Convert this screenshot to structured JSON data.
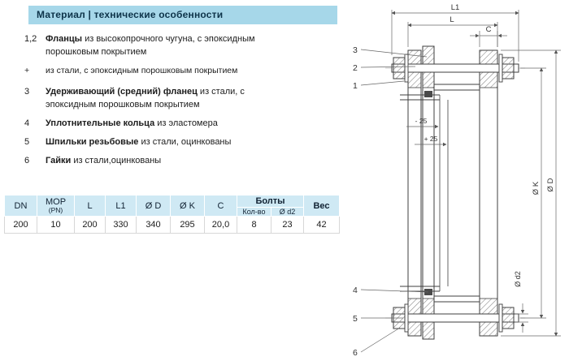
{
  "header": {
    "title": "Материал | технические особенности"
  },
  "features": [
    {
      "num": "1,2",
      "bold": "Фланцы",
      "rest": "из высокопрочного чугуна, с эпоксидным порошковым покрытием"
    },
    {
      "num": "+",
      "bold": "",
      "rest": "из стали,  с эпоксидным порошковым покрытием"
    },
    {
      "num": "3",
      "bold": "Удерживающий (средний) фланец",
      "rest": "из стали, с эпоксидным порошковым покрытием"
    },
    {
      "num": "4",
      "bold": "Уплотнительные кольца",
      "rest": "из эластомера"
    },
    {
      "num": "5",
      "bold": "Шпильки резьбовые",
      "rest": "из стали,  оцинкованы"
    },
    {
      "num": "6",
      "bold": "Гайки",
      "rest": "из стали,оцинкованы"
    }
  ],
  "table": {
    "headers": {
      "dn": "DN",
      "mop": "MOP",
      "pn": "(PN)",
      "l": "L",
      "l1": "L1",
      "dD": "Ø D",
      "dK": "Ø K",
      "c": "C",
      "bolts": "Болты",
      "qty": "Кол-во",
      "d2": "Ø d2",
      "weight": "Вес"
    },
    "row": {
      "dn": "200",
      "mop": "10",
      "l": "200",
      "l1": "330",
      "dD": "340",
      "dK": "295",
      "c": "20,0",
      "qty": "8",
      "d2": "23",
      "weight": "42"
    }
  },
  "drawing": {
    "dim_l1": "L1",
    "dim_l": "L",
    "dim_c": "C",
    "dim_minus": "- 25",
    "dim_plus": "+ 25",
    "dim_dk": "Ø K",
    "dim_dd": "Ø D",
    "dim_dd2": "Ø d2",
    "callout_1": "1",
    "callout_2": "2",
    "callout_3": "3",
    "callout_4": "4",
    "callout_5": "5",
    "callout_6": "6"
  },
  "colors": {
    "accent_blue": "#a6d7e9",
    "table_header_blue": "#cfe9f4"
  }
}
